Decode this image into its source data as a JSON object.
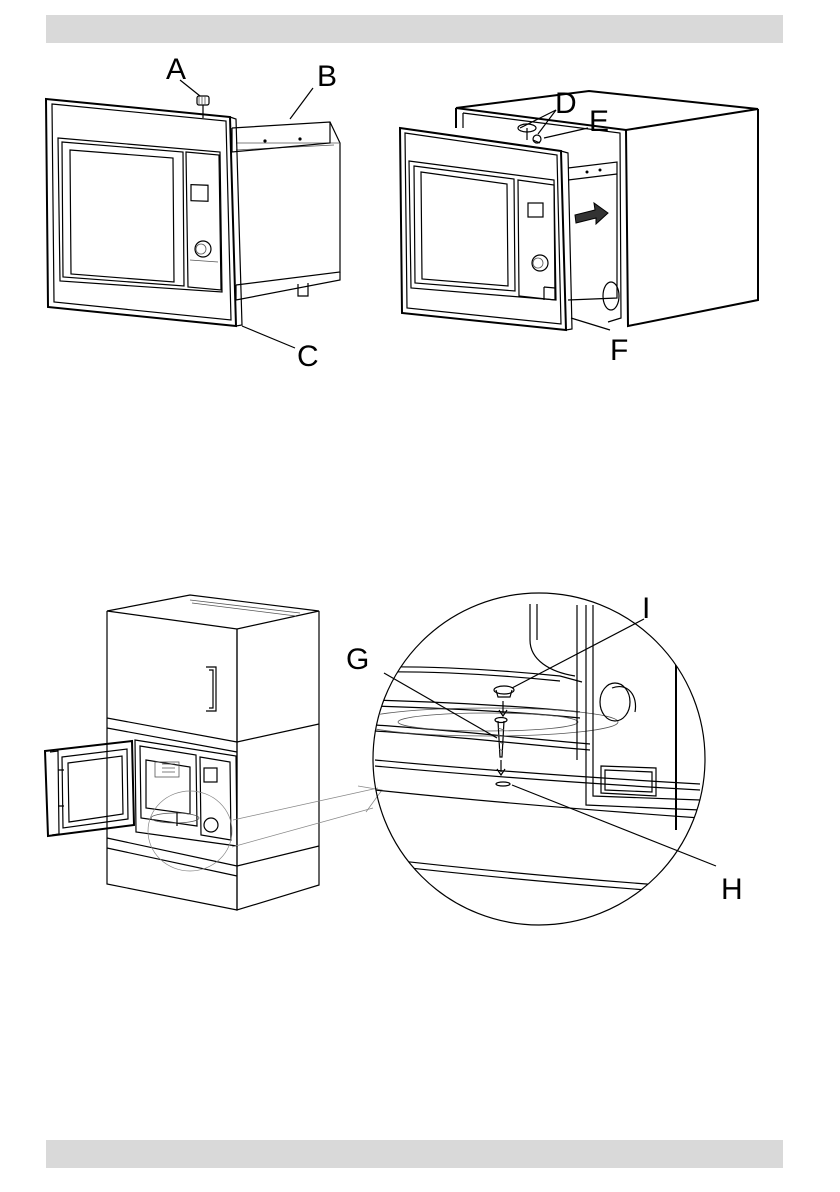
{
  "figure1": {
    "labels": {
      "a": "A",
      "b": "B",
      "c": "C"
    }
  },
  "figure2": {
    "labels": {
      "d": "D",
      "e": "E",
      "f": "F"
    }
  },
  "figure3": {
    "labels": {
      "g": "G",
      "h": "H",
      "i": "I"
    }
  },
  "colors": {
    "header_bar": "#d9d9d9",
    "line": "#000000",
    "arrow_fill": "#333333"
  }
}
